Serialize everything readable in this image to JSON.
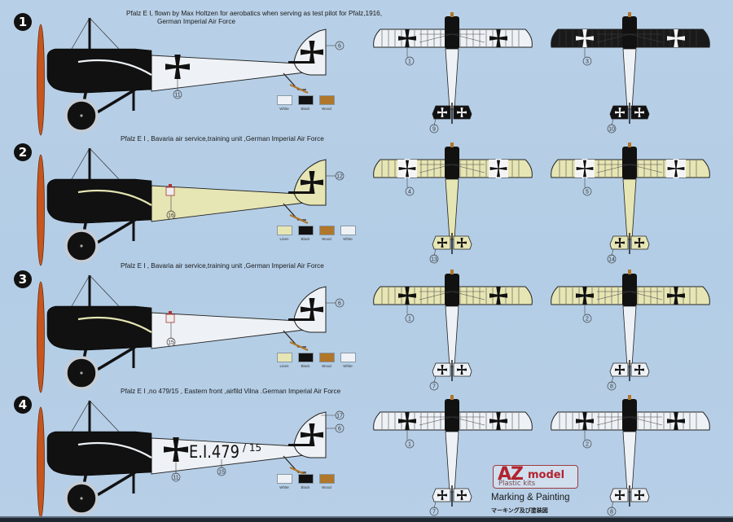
{
  "sheet": {
    "background": "#b6cfe6",
    "brand": {
      "az": "AZ",
      "model": "model",
      "subtitle": "Plastic kits",
      "accent": "#b0242e"
    },
    "title": "Marking & Painting",
    "title_jp": "マーキング及び塗装図"
  },
  "colors": {
    "Linen": "#e6e5b4",
    "Black": "#111111",
    "Wood": "#b0762a",
    "White": "#eef2f6"
  },
  "profiles": [
    {
      "number": "1",
      "caption_line1": "Pfalz E I, flown by Max Holtzen for aerobatics when serving as test pilot for Pfalz,1916,",
      "caption_line2": "German Imperial Air Force",
      "fuselage_color": "#eef2f6",
      "callouts": {
        "fuselage_cross": "11",
        "rudder": "6"
      },
      "serial": "",
      "swatches": [
        {
          "name": "White",
          "color": "#eef2f6"
        },
        {
          "name": "Black",
          "color": "#111111"
        },
        {
          "name": "Wood",
          "color": "#b0762a"
        }
      ],
      "top_views": [
        {
          "wing_color": "#eef2f6",
          "tail_color": "#111111",
          "callout_wing": "1",
          "callout_tail": "9",
          "cross_style": "black"
        },
        {
          "wing_color": "#1a1a1a",
          "tail_color": "#111111",
          "callout_wing": "3",
          "callout_tail": "10",
          "cross_style": "white"
        }
      ]
    },
    {
      "number": "2",
      "caption_line1": "Pfalz E I  , Bavaria air service,training unit ,German Imperial Air Force",
      "caption_line2": "",
      "fuselage_color": "#e6e5b4",
      "callouts": {
        "fuselage_crest": "16",
        "rudder": "12"
      },
      "serial": "",
      "swatches": [
        {
          "name": "Linen",
          "color": "#e6e5b4"
        },
        {
          "name": "Black",
          "color": "#111111"
        },
        {
          "name": "Wood",
          "color": "#b0762a"
        },
        {
          "name": "White",
          "color": "#eef2f6"
        }
      ],
      "top_views": [
        {
          "wing_color": "#e6e5b4",
          "tail_color": "#e6e5b4",
          "callout_wing": "4",
          "callout_tail": "13",
          "cross_style": "bordered"
        },
        {
          "wing_color": "#e6e5b4",
          "tail_color": "#e6e5b4",
          "callout_wing": "5",
          "callout_tail": "14",
          "cross_style": "bordered"
        }
      ]
    },
    {
      "number": "3",
      "caption_line1": "Pfalz E I  , Bavaria air service,training unit ,German Imperial Air Force",
      "caption_line2": "",
      "fuselage_color": "#eef2f6",
      "callouts": {
        "fuselage_crest": "15",
        "rudder": "6"
      },
      "serial": "",
      "swatches": [
        {
          "name": "Linen",
          "color": "#e6e5b4"
        },
        {
          "name": "Black",
          "color": "#111111"
        },
        {
          "name": "Wood",
          "color": "#b0762a"
        },
        {
          "name": "White",
          "color": "#eef2f6"
        }
      ],
      "top_views": [
        {
          "wing_color": "#e6e5b4",
          "tail_color": "#eef2f6",
          "callout_wing": "1",
          "callout_tail": "7",
          "cross_style": "black"
        },
        {
          "wing_color": "#e6e5b4",
          "tail_color": "#eef2f6",
          "callout_wing": "2",
          "callout_tail": "8",
          "cross_style": "black"
        }
      ]
    },
    {
      "number": "4",
      "caption_line1": "Pfalz E I ,no 479/15 , Eastern front ,airfild Vilna .German Imperial Air Force",
      "caption_line2": "",
      "fuselage_color": "#eef2f6",
      "callouts": {
        "fuselage_cross": "11",
        "serial": "15",
        "rudder": "6",
        "rudder_top": "17"
      },
      "serial": "E.I.479",
      "serial_suffix": "15",
      "swatches": [
        {
          "name": "White",
          "color": "#eef2f6"
        },
        {
          "name": "Black",
          "color": "#111111"
        },
        {
          "name": "Wood",
          "color": "#b0762a"
        }
      ],
      "top_views": [
        {
          "wing_color": "#eef2f6",
          "tail_color": "#eef2f6",
          "callout_wing": "1",
          "callout_tail": "7",
          "cross_style": "black"
        },
        {
          "wing_color": "#eef2f6",
          "tail_color": "#eef2f6",
          "callout_wing": "2",
          "callout_tail": "8",
          "cross_style": "black"
        }
      ]
    }
  ]
}
